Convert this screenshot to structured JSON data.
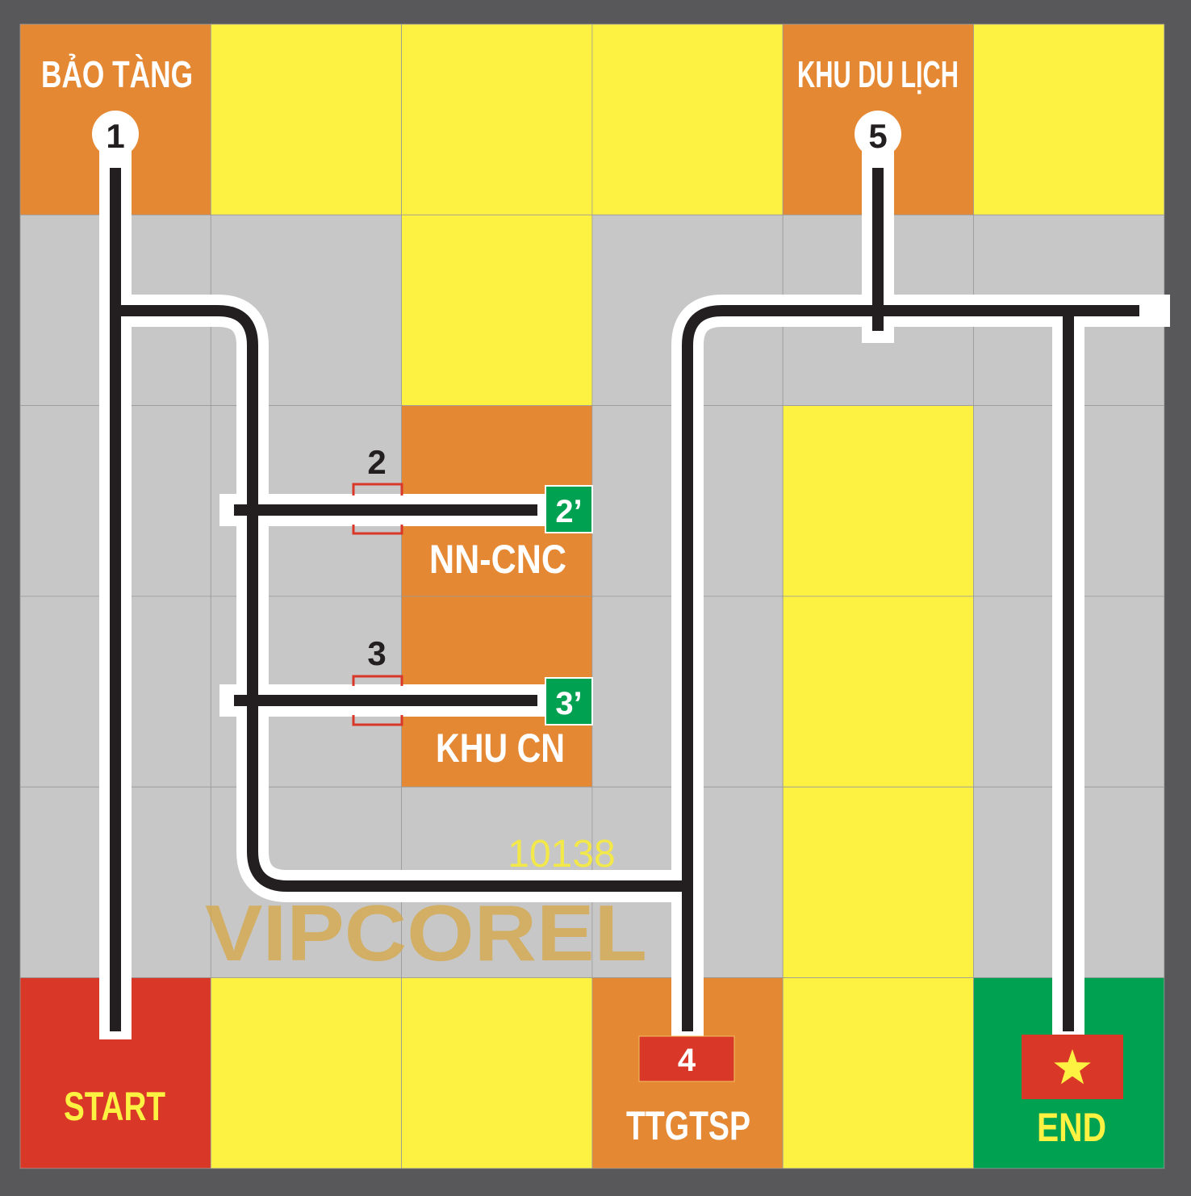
{
  "colors": {
    "orange": "#e58834",
    "yellow": "#fdf142",
    "gray": "#c7c7c7",
    "red": "#d93829",
    "green": "#00a151",
    "frame": "#58585a",
    "track": "#231f20",
    "track_border": "#ffffff",
    "label_white": "#ffffff",
    "label_yellow": "#fdf142",
    "watermark_gold": "#d4a94b",
    "watermark_number": "#f3e84a"
  },
  "board": {
    "grid": [
      [
        "orange",
        "yellow",
        "yellow",
        "yellow",
        "orange",
        "yellow"
      ],
      [
        "gray",
        "gray",
        "yellow",
        "gray",
        "gray",
        "gray"
      ],
      [
        "gray",
        "gray",
        "orange",
        "gray",
        "yellow",
        "gray"
      ],
      [
        "gray",
        "gray",
        "orange",
        "gray",
        "yellow",
        "gray"
      ],
      [
        "gray",
        "gray",
        "gray",
        "gray",
        "yellow",
        "gray"
      ],
      [
        "red",
        "yellow",
        "yellow",
        "orange",
        "yellow",
        "green"
      ]
    ]
  },
  "locations": {
    "bao_tang": "BẢO TÀNG",
    "khu_du_lich": "KHU DU LỊCH",
    "nn_cnc": "NN-CNC",
    "khu_cn": "KHU CN",
    "start": "START",
    "ttgtsp": "TTGTSP",
    "end": "END"
  },
  "markers": {
    "m1": "1",
    "m2": "2",
    "m2p": "2’",
    "m3": "3",
    "m3p": "3’",
    "m4": "4",
    "m5": "5"
  },
  "icons": {
    "end_flag": "star-flag-icon"
  },
  "watermark": {
    "text": "VIPCOREL",
    "number": "10138"
  }
}
